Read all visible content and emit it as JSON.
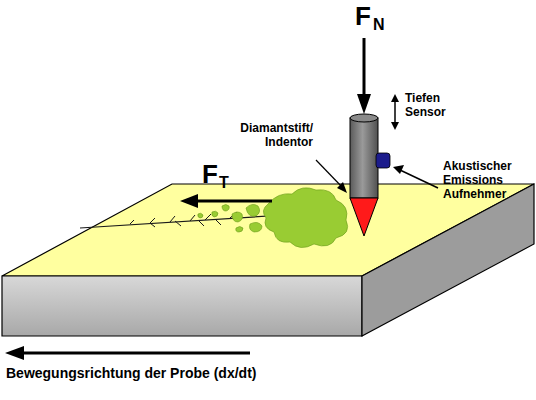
{
  "diagram": {
    "labels": [
      "F",
      "N",
      "Tiefen Sensor",
      "Diamantstift/ Indentor",
      "F",
      "T",
      "Akustischer Emissions Aufnehmer",
      "Bewegungsrichtung der Probe (dx/dt)"
    ]
  }
}
